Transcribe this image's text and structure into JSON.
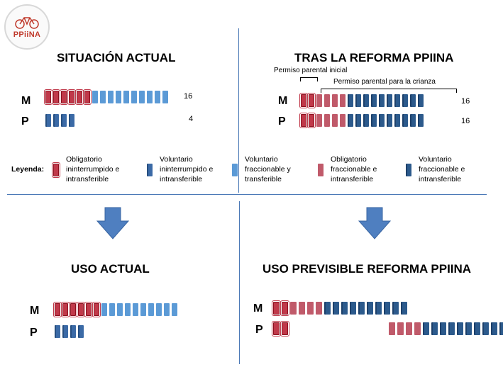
{
  "logo": {
    "text": "PPiiNA"
  },
  "colors": {
    "oii": "#c0394a",
    "vii": "#3b6aa6",
    "vft": "#5b9ad6",
    "ofi": "#c05a6a",
    "vfi": "#2c5a8c",
    "divider": "#4a78b6",
    "arrow": "#4f7fc0"
  },
  "top_left": {
    "title": "SITUACIÓN ACTUAL",
    "rows": [
      {
        "label": "M",
        "count": "16",
        "segments": [
          "oii",
          "oii",
          "oii",
          "oii",
          "oii",
          "oii",
          "vft",
          "vft",
          "vft",
          "vft",
          "vft",
          "vft",
          "vft",
          "vft",
          "vft",
          "vft"
        ]
      },
      {
        "label": "P",
        "count": "4",
        "segments": [
          "vii",
          "vii",
          "vii",
          "vii"
        ]
      }
    ]
  },
  "top_right": {
    "title": "TRAS LA REFORMA PPIINA",
    "bracket_initial": "Permiso parental inicial",
    "bracket_crianza": "Permiso parental para la crianza",
    "rows": [
      {
        "label": "M",
        "count": "16",
        "segments": [
          "oii",
          "oii",
          "ofi",
          "ofi",
          "ofi",
          "ofi",
          "vfi",
          "vfi",
          "vfi",
          "vfi",
          "vfi",
          "vfi",
          "vfi",
          "vfi",
          "vfi",
          "vfi"
        ]
      },
      {
        "label": "P",
        "count": "16",
        "segments": [
          "oii",
          "oii",
          "ofi",
          "ofi",
          "ofi",
          "ofi",
          "vfi",
          "vfi",
          "vfi",
          "vfi",
          "vfi",
          "vfi",
          "vfi",
          "vfi",
          "vfi",
          "vfi"
        ]
      }
    ]
  },
  "legend": {
    "title": "Leyenda:",
    "items": [
      {
        "type": "oii",
        "lines": [
          "Obligatorio",
          "ininterrumpido e",
          "intransferible"
        ]
      },
      {
        "type": "vii",
        "lines": [
          "Voluntario",
          "ininterrumpido e",
          "intransferible"
        ]
      },
      {
        "type": "vft",
        "lines": [
          "Voluntario",
          "fraccionable y",
          "transferible"
        ]
      },
      {
        "type": "ofi",
        "lines": [
          "Obligatorio",
          "fraccionable e",
          "intransferible"
        ]
      },
      {
        "type": "vfi",
        "lines": [
          "Voluntario",
          "fraccionable  e",
          "intransferible"
        ]
      }
    ]
  },
  "bottom_left": {
    "title": "USO ACTUAL",
    "rows": [
      {
        "label": "M",
        "segments": [
          "oii",
          "oii",
          "oii",
          "oii",
          "oii",
          "oii",
          "vft",
          "vft",
          "vft",
          "vft",
          "vft",
          "vft",
          "vft",
          "vft",
          "vft",
          "vft"
        ]
      },
      {
        "label": "P",
        "segments": [
          "vii",
          "vii",
          "vii",
          "vii"
        ]
      }
    ]
  },
  "bottom_right": {
    "title": "USO PREVISIBLE REFORMA PPIINA",
    "rows": [
      {
        "label": "M",
        "segments": [
          "oii",
          "oii",
          "ofi",
          "ofi",
          "ofi",
          "ofi",
          "vfi",
          "vfi",
          "vfi",
          "vfi",
          "vfi",
          "vfi",
          "vfi",
          "vfi",
          "vfi",
          "vfi"
        ]
      },
      {
        "label": "P",
        "segments": [
          "oii",
          "oii"
        ],
        "segments_later": [
          "ofi",
          "ofi",
          "ofi",
          "ofi",
          "vfi",
          "vfi",
          "vfi",
          "vfi",
          "vfi",
          "vfi",
          "vfi",
          "vfi",
          "vfi",
          "vfi"
        ]
      }
    ]
  }
}
